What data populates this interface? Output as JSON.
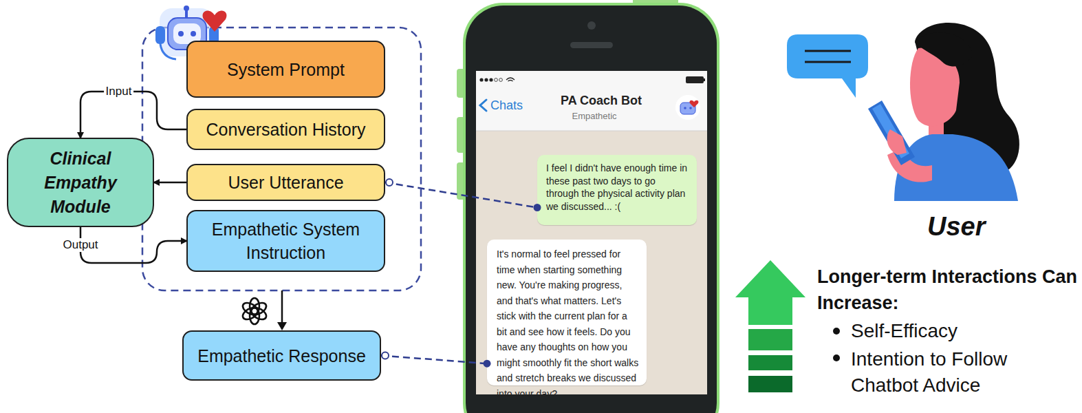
{
  "diagram": {
    "nodes": [
      {
        "text": [
          "System Prompt"
        ]
      },
      {
        "text": [
          "Conversation History"
        ]
      },
      {
        "text": [
          "User Utterance"
        ]
      },
      {
        "text": [
          "Empathetic System Instruction"
        ]
      },
      {
        "text": [
          "Clinical Empathy Module"
        ]
      },
      {
        "text": [
          "Empathetic Response"
        ]
      },
      {
        "text": [
          "I feel I didn't have enough time in these past two days to go through the physical activity plan we discussed... :("
        ]
      },
      {
        "text": [
          "It's normal to feel pressed for time when starting something new. You're making progress, and that's what matters. Let's stick with the current plan for a bit and see how it feels. Do you have any thoughts on how you might smoothly fit the short walks and stretch breaks we discussed into your day?"
        ]
      }
    ],
    "edges": [
      {
        "from": 1,
        "to": 4,
        "label": "Input",
        "arrow": "to"
      },
      {
        "from": 2,
        "to": 4,
        "arrow": "to"
      },
      {
        "from": 4,
        "to": 3,
        "label": "Output",
        "arrow": "to"
      },
      {
        "from": 2,
        "to": 6,
        "arrow": "none"
      },
      {
        "from": 5,
        "to": 7,
        "arrow": "none"
      }
    ],
    "labels": [
      "Chats",
      "PA Coach Bot",
      "Empathetic",
      "User",
      "Longer-term Interactions Can Increase:",
      "Self-Efficacy",
      "Intention to Follow Chatbot Advice"
    ]
  }
}
